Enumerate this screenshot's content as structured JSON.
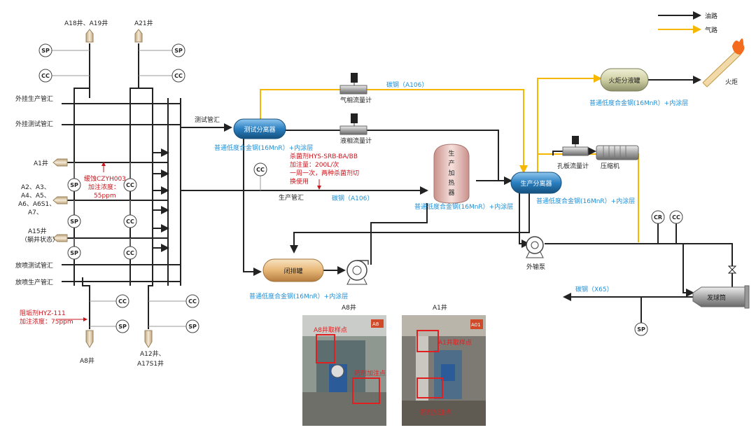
{
  "legend": {
    "oil_line": "油路",
    "gas_line": "气路",
    "oil_color": "#222222",
    "gas_color": "#f5b700"
  },
  "wells": {
    "a18_a19": "A18井、A19井",
    "a21": "A21井",
    "a1": "A1井",
    "a2_group_1": "A2、A3、",
    "a2_group_2": "A4、A5、",
    "a2_group_3": "A6、A6S1、",
    "a2_group_4": "A7、",
    "a15_1": "A15井",
    "a15_2": "（躺井状态）",
    "a8": "A8井",
    "a12_1": "A12井、",
    "a12_2": "A17S1井"
  },
  "manifolds": {
    "external_production": "外挂生产管汇",
    "external_test": "外挂测试管汇",
    "blowout_test": "放喷测试管汇",
    "blowout_production": "放喷生产管汇",
    "test": "测试管汇",
    "production": "生产管汇"
  },
  "instruments": {
    "sp": "SP",
    "cc": "CC",
    "cr": "CR"
  },
  "equipment": {
    "test_separator": "测试分离器",
    "production_heater": [
      "生",
      "产",
      "加",
      "热",
      "器"
    ],
    "production_separator": "生产分离器",
    "flare_drum": "火炬分液罐",
    "flare": "火炬",
    "closed_drain": "闭排罐",
    "export_pump": "外输泵",
    "compressor": "压缩机",
    "launcher": "发球筒",
    "gas_meter": "气相流量计",
    "liquid_meter": "液相流量计",
    "orifice_meter": "孔板流量计"
  },
  "materials": {
    "carbon_steel_a106_top": "碳钢（A106）",
    "carbon_steel_a106_mid": "碳钢（A106）",
    "carbon_steel_x65": "碳钢（X65）",
    "low_alloy_test_sep": "普通低度合金钢(16MnR）+内涂层",
    "low_alloy_heater": "普通低度合金钢(16MnR）+内涂层",
    "low_alloy_prod_sep": "普通低度合金钢(16MnR）+内涂层",
    "low_alloy_flare": "普通低度合金钢(16MnR）+内涂层",
    "low_alloy_drain": "普通低度合金钢(16MnR）+内涂层"
  },
  "chemicals": {
    "corrosion_inhibitor_1": "缓蚀CZYH003",
    "corrosion_inhibitor_2": "加注浓度：",
    "corrosion_inhibitor_3": "55ppm",
    "biocide_1": "杀菌剂HYS-SRB-BA/BB",
    "biocide_2": "加注量：200L/次",
    "biocide_3": "一周一次，两种杀菌剂切",
    "biocide_4": "换使用",
    "scale_inhibitor_1": "阻垢剂HYZ-111",
    "scale_inhibitor_2": "加注浓度：75ppm"
  },
  "photos": {
    "a8_title": "A8井",
    "a1_title": "A1井",
    "a8_sampling": "A8井取样点",
    "a8_injection": "药剂加注点",
    "a1_sampling": "A1井取样点",
    "a1_injection": "药剂加注点",
    "badge_a8": "A8",
    "badge_a1": "A01"
  }
}
